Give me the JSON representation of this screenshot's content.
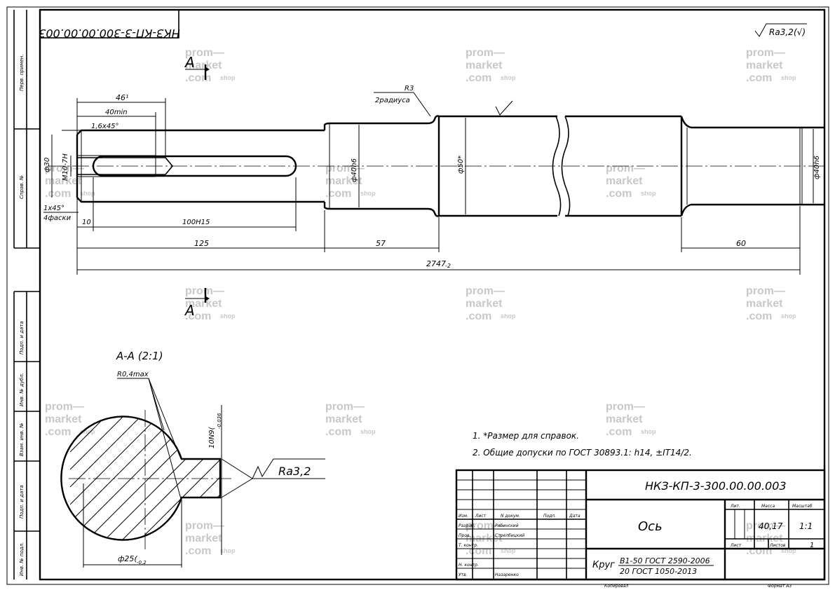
{
  "stamp_code_mirrored": "НКЗ-КП-3-300.00.00.003",
  "roughness_general": "Ra3,2",
  "roughness_general_bracket": "(√)",
  "section_mark": "А",
  "section_title": "А-А (2:1)",
  "side_labels": [
    "Перв. примен.",
    "Справ. №",
    "Подп. и дата",
    "Инв. № дубл.",
    "Взам. инв. №",
    "Подп. и дата",
    "Инв. № подл."
  ],
  "dims": {
    "d46": "46¹",
    "d40min": "40min",
    "chamfer1": "1,6х45°",
    "m10": "М10-7Н",
    "d30": "ф30",
    "chamfer2": "1х45°",
    "chamfer2_note": "4фаски",
    "d10": "10",
    "d100h15": "100Н15",
    "d125": "125",
    "d57": "57",
    "d60": "60",
    "total": "2747",
    "total_tol": "-2",
    "r3": "R3",
    "r3_note": "2радиуса",
    "phi40_left": "ф40h6",
    "phi50": "ф50*",
    "phi40_right": "ф40h6",
    "r04": "R0,4max",
    "n10": "10N9(",
    "n10_tol": "-0,036",
    "phi25": "ф25(",
    "phi25_tol": "-0,2",
    "ra_section": "Ra3,2"
  },
  "notes": [
    "1. *Размер для справок.",
    "2. Общие допуски по ГОСТ 30893.1: h14, ±IT14/2."
  ],
  "title_block": {
    "code": "НКЗ-КП-3-300.00.00.003",
    "name": "Ось",
    "lit_label": "Лит.",
    "mass_label": "Масса",
    "scale_label": "Масштаб",
    "mass": "40,17",
    "scale": "1:1",
    "sheet_label": "Лист",
    "sheets_label": "Листов",
    "sheets": "1",
    "material_prefix": "Круг",
    "material_line1": "В1-50 ГОСТ 2590-2006",
    "material_line2": "20 ГОСТ 1050-2013",
    "headers": [
      "Изм.",
      "Лист",
      "N докум.",
      "Подп.",
      "Дата"
    ],
    "rows": [
      {
        "role": "Разраб.",
        "person": "Рябинский"
      },
      {
        "role": "Пров.",
        "person": "Стрелбицкий"
      },
      {
        "role": "Т. контр.",
        "person": ""
      },
      {
        "role": "",
        "person": ""
      },
      {
        "role": "Н. контр.",
        "person": ""
      },
      {
        "role": "Утв.",
        "person": "Назаренко"
      }
    ],
    "copied": "Копировал",
    "format": "Формат А3"
  },
  "watermark": {
    "line1": "prom—",
    "line2": "market",
    "line3": ".com",
    "line4": "shop"
  }
}
